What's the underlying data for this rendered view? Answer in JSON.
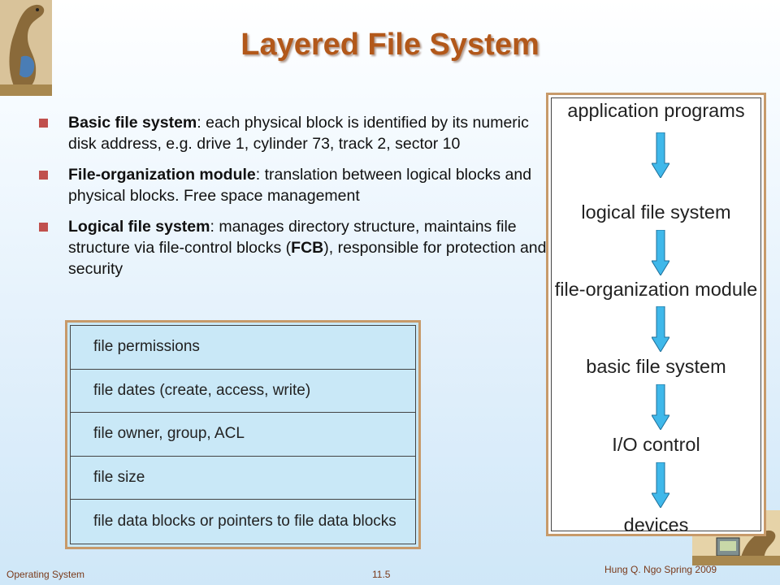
{
  "slide": {
    "title": "Layered File System",
    "bullets": [
      {
        "term": "Basic file system",
        "rest": ": each physical block is identified by its numeric disk address, e.g. drive 1, cylinder 73, track 2, sector 10"
      },
      {
        "term": "File-organization module",
        "rest": ": translation between logical blocks and physical blocks. Free space management"
      },
      {
        "term": "Logical file system",
        "rest": ": manages directory structure, maintains file structure via file-control blocks (",
        "term2": "FCB",
        "rest2": "), responsible for protection and security"
      }
    ],
    "fcb_rows": [
      "file permissions",
      "file dates (create, access, write)",
      "file owner, group, ACL",
      "file size",
      "file data blocks or pointers to file data blocks"
    ],
    "layers": [
      "application programs",
      "logical file system",
      "file-organization module",
      "basic file system",
      "I/O control",
      "devices"
    ]
  },
  "footer": {
    "left": "Operating System",
    "center": "11.5",
    "right": "Hung Q. Ngo Spring 2009"
  }
}
